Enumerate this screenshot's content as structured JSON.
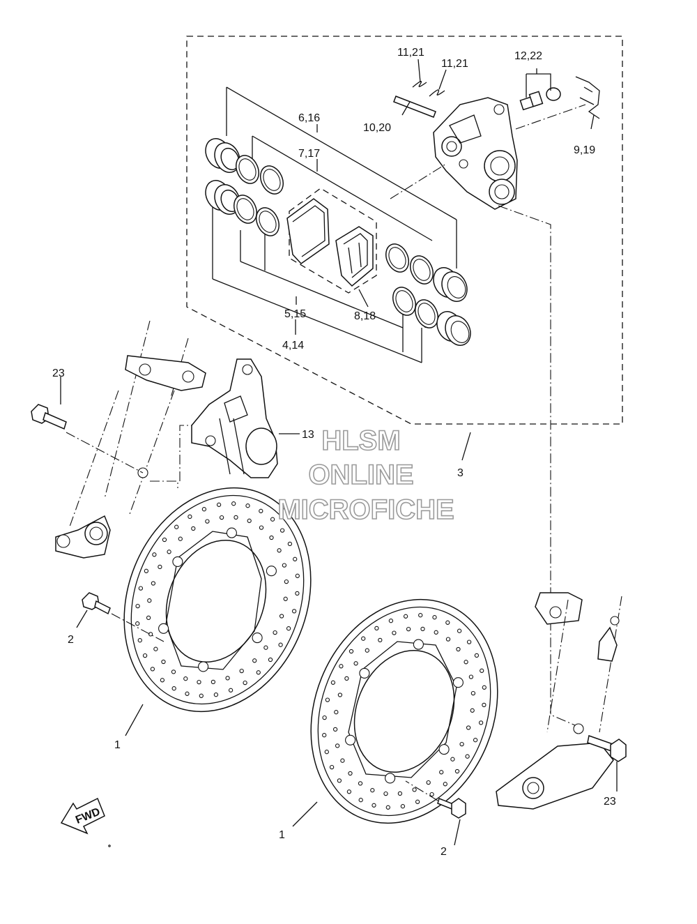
{
  "labels": {
    "l_11_21_a": "11,21",
    "l_11_21_b": "11,21",
    "l_12_22": "12,22",
    "l_6_16": "6,16",
    "l_7_17": "7,17",
    "l_10_20": "10,20",
    "l_9_19": "9,19",
    "l_5_15": "5,15",
    "l_4_14": "4,14",
    "l_8_18": "8,18",
    "l_23_left": "23",
    "l_13": "13",
    "l_3": "3",
    "l_2_left": "2",
    "l_1_left": "1",
    "l_23_right": "23",
    "l_1_right": "1",
    "l_2_right": "2"
  },
  "fwd_arrow": "FWD",
  "watermark": {
    "line1": "HLSM",
    "line2": "ONLINE",
    "line3": "MICROFICHE"
  }
}
